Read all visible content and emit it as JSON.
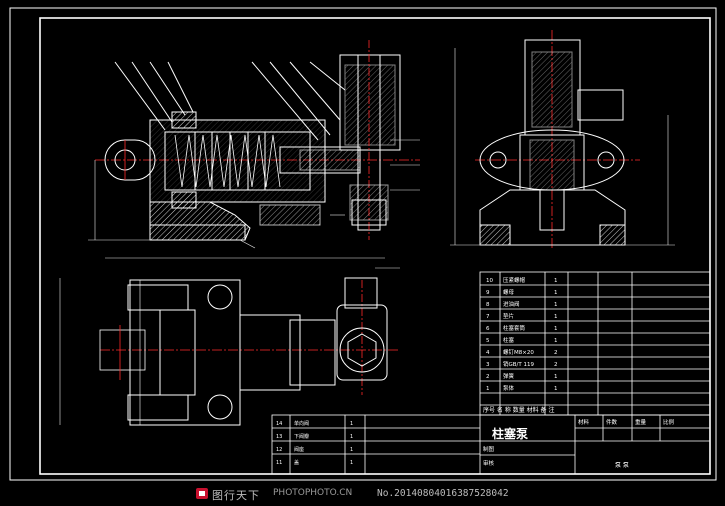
{
  "drawing": {
    "title": "柱塞泵",
    "title_short": "泵 泵",
    "scale_label": "比例",
    "parts": [
      {
        "no": "10",
        "name": "压紧螺帽",
        "qty": "1"
      },
      {
        "no": "9",
        "name": "螺母",
        "qty": "1"
      },
      {
        "no": "8",
        "name": "进油阀",
        "qty": "1"
      },
      {
        "no": "7",
        "name": "垫片",
        "qty": "1"
      },
      {
        "no": "6",
        "name": "柱塞套筒",
        "qty": "1"
      },
      {
        "no": "5",
        "name": "柱塞",
        "qty": "1"
      },
      {
        "no": "4",
        "name": "螺钉M8×20",
        "qty": "2"
      },
      {
        "no": "3",
        "name": "销GB/T 119",
        "qty": "2"
      },
      {
        "no": "2",
        "name": "弹簧",
        "qty": "1"
      },
      {
        "no": "1",
        "name": "泵体",
        "qty": "1"
      }
    ],
    "parts_lower": [
      {
        "no": "14",
        "name": "单向阀",
        "qty": "1"
      },
      {
        "no": "13",
        "name": "下阀瓣",
        "qty": "1"
      },
      {
        "no": "12",
        "name": "阀座",
        "qty": "1"
      },
      {
        "no": "11",
        "name": "盖",
        "qty": "1"
      }
    ],
    "header_row": "序号 名 称 数量 材料 备 注",
    "title_block": {
      "drawn_label": "制图",
      "checked_label": "审核",
      "weight_label": "重量",
      "sheet_label": "比例",
      "material_label": "材料",
      "count_label": "件数"
    }
  },
  "watermark": {
    "site": "图行天下",
    "tagline": "PHOTOPHOTO.CN",
    "id_label": "No.20140804016387528042"
  },
  "colors": {
    "background": "#000000",
    "outline": "#ffffff",
    "centerline": "#ff2a2a",
    "dimension": "#e8e8e8",
    "hatch": "#ffffff"
  }
}
